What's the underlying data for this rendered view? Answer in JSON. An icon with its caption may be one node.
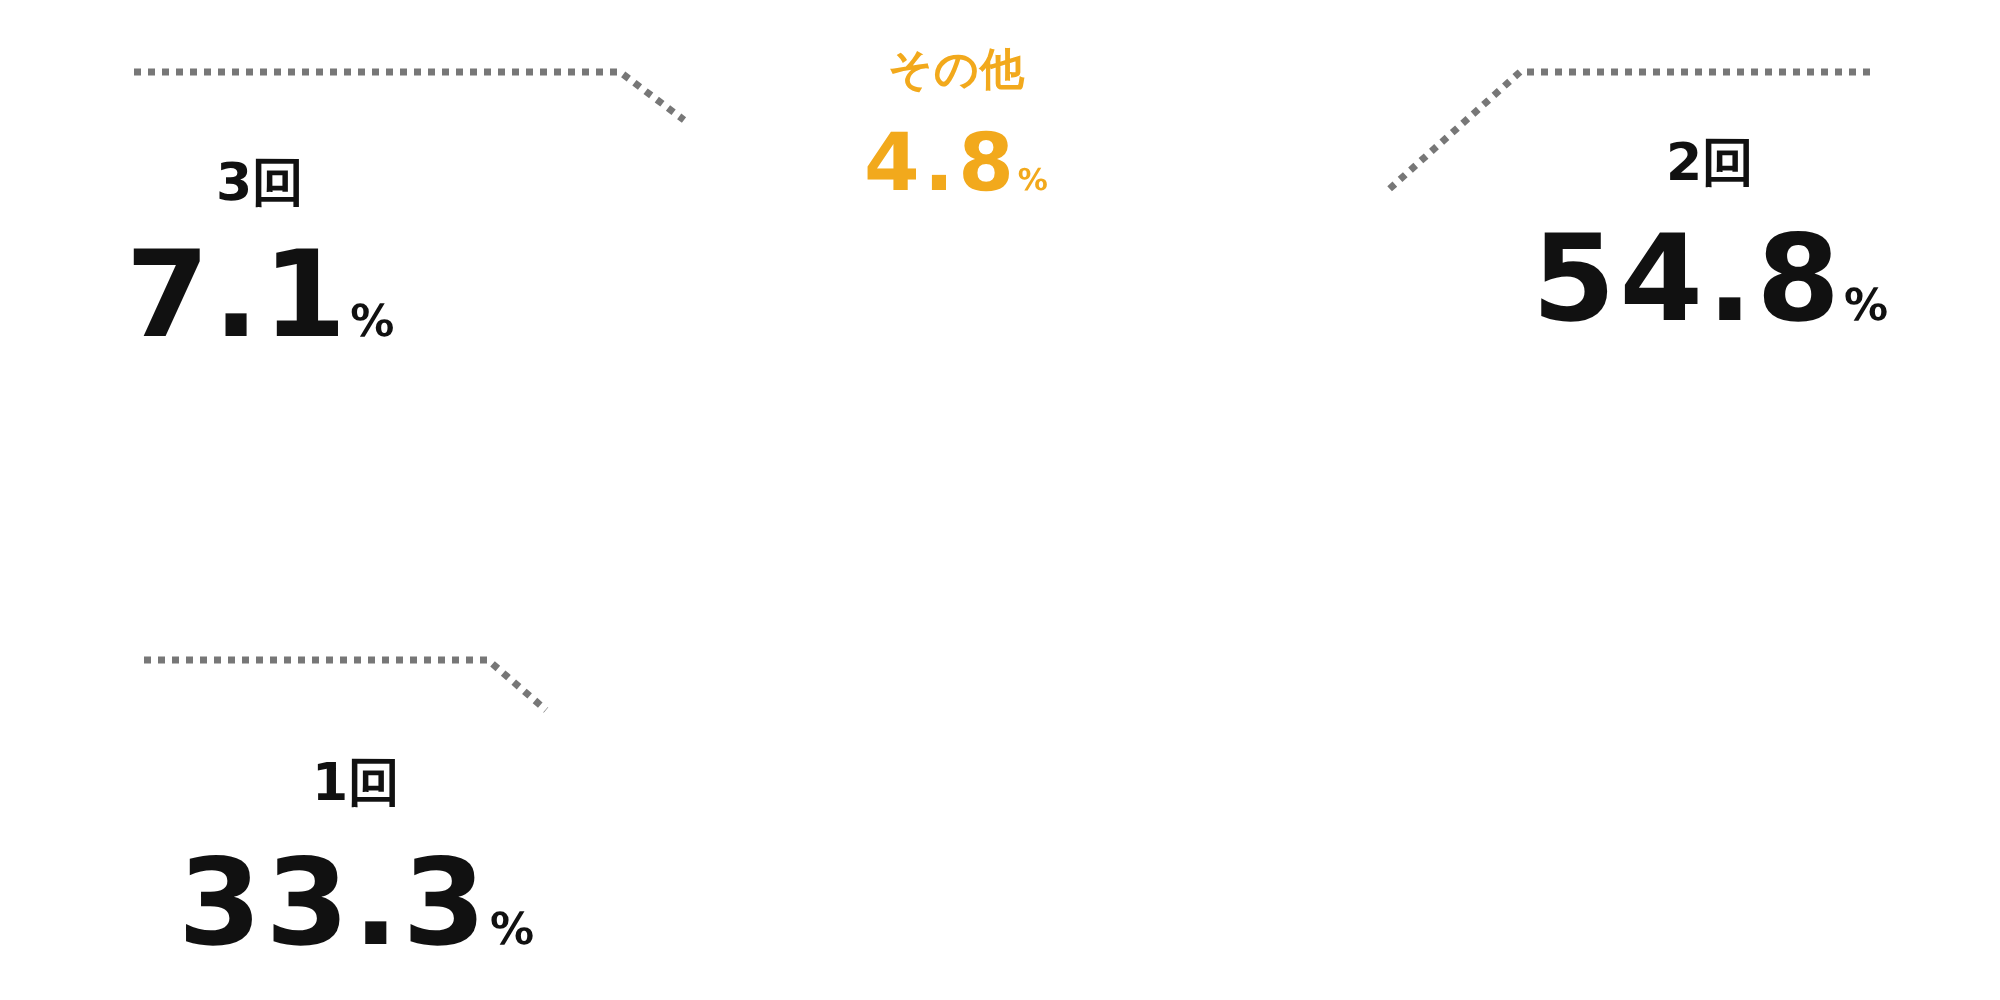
{
  "diagram": {
    "nodes": [
      {
        "text": [
          "3回",
          "7.1%"
        ]
      },
      {
        "text": [
          "その他",
          "4.8%"
        ]
      },
      {
        "text": [
          "2回",
          "54.8%"
        ]
      },
      {
        "text": [
          "1回",
          "33.3%"
        ]
      }
    ],
    "edges": [
      {
        "from": 0,
        "to": null,
        "arrow": "none",
        "style": "dashed"
      },
      {
        "from": 2,
        "to": null,
        "arrow": "none",
        "style": "dashed"
      },
      {
        "from": 3,
        "to": null,
        "arrow": "none",
        "style": "dashed"
      }
    ]
  }
}
